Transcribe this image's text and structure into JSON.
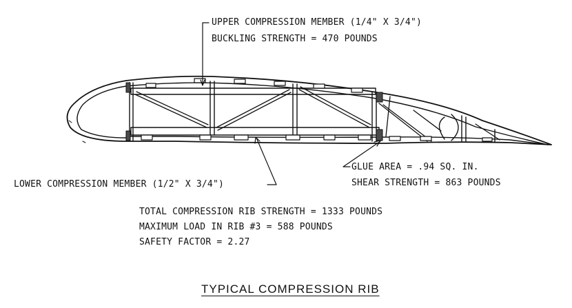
{
  "labels": {
    "upper_member": "UPPER COMPRESSION MEMBER (1/4\" X 3/4\")",
    "upper_buckling": "BUCKLING STRENGTH = 470 POUNDS",
    "lower_member": "LOWER COMPRESSION MEMBER (1/2\" X 3/4\")",
    "glue_area": "GLUE AREA = .94 SQ. IN.",
    "shear_strength": "SHEAR STRENGTH = 863 POUNDS",
    "total_strength": "TOTAL COMPRESSION RIB STRENGTH = 1333 POUNDS",
    "max_load": "MAXIMUM LOAD IN RIB #3 = 588 POUNDS",
    "safety_factor": "SAFETY FACTOR = 2.27",
    "caption": "TYPICAL COMPRESSION RIB"
  },
  "colors": {
    "ink": "#111111",
    "glue_block": "#4a4a4a",
    "background": "#ffffff"
  }
}
